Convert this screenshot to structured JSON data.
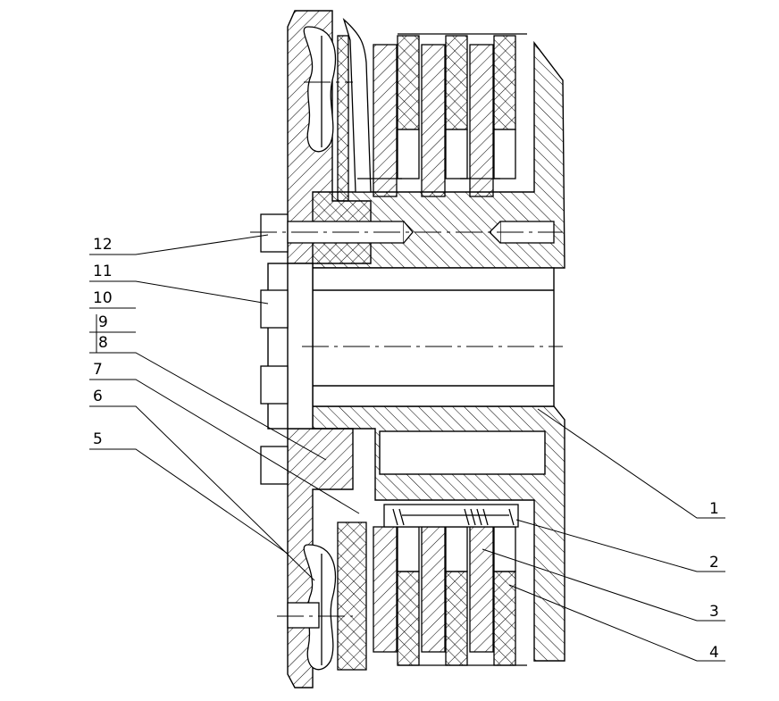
{
  "drawing": {
    "labels": {
      "left": [
        "12",
        "11",
        "10",
        "9",
        "8",
        "7",
        "6",
        "5"
      ],
      "right": [
        "1",
        "2",
        "3",
        "4"
      ]
    }
  }
}
